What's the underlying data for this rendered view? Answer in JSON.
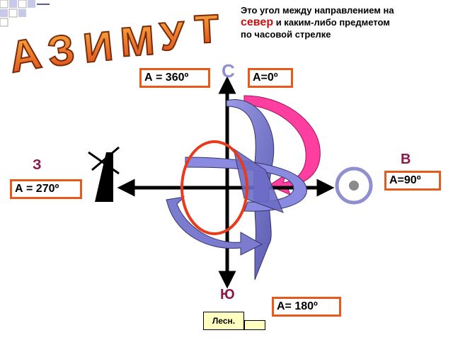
{
  "title": {
    "letters": [
      "А",
      "З",
      "И",
      "М",
      "У",
      "Т"
    ]
  },
  "definition": {
    "line1": "Это угол между  направлением  на",
    "keyword": "север",
    "line2_rest": " и каким-либо  предметом",
    "line3": "по часовой стрелке"
  },
  "directions": {
    "north": "С",
    "east": "В",
    "south": "Ю",
    "west": "З"
  },
  "azimuth_labels": {
    "north_360": "А = 360º",
    "north_0": "А=0º",
    "east": "А=90º",
    "south": "А= 180º",
    "west": "А = 270º"
  },
  "footer": {
    "button_label": "Лесн."
  },
  "colors": {
    "label_border": "#e85a1c",
    "axis": "#000000",
    "north_letter": "#8f8fd6",
    "direction_letter": "#8a1a4a",
    "ring": "#e83a1c",
    "arrow_blue": "#7b7bd0",
    "arrow_pink": "#ff3fa0",
    "title_fill": "#e8741e"
  },
  "icons": [
    "windmill-icon",
    "target-icon",
    "circular-arrow-icon"
  ]
}
